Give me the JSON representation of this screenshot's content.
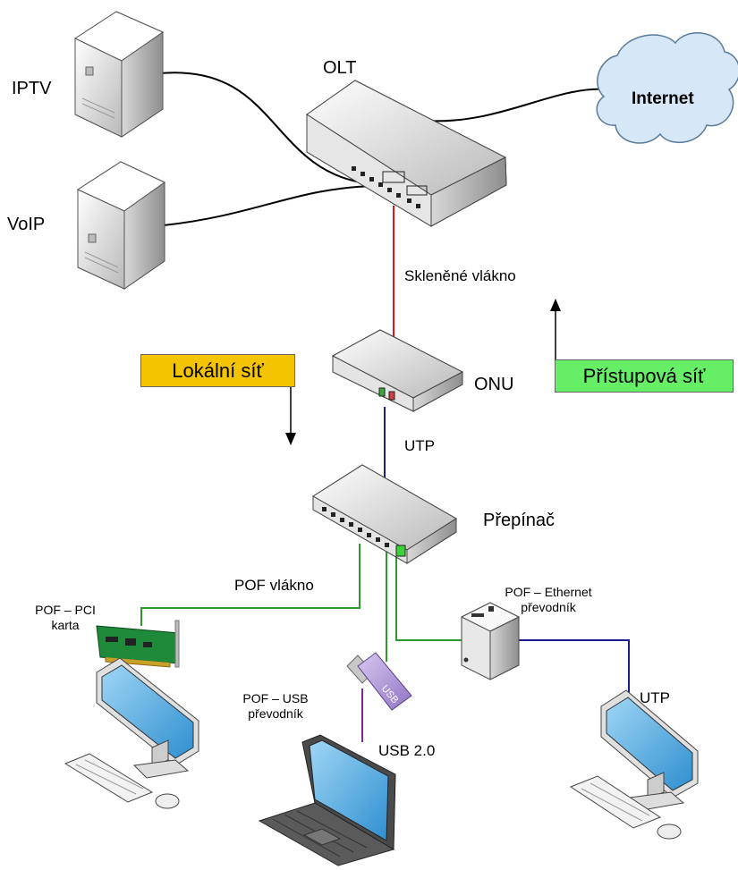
{
  "servers": {
    "iptv": "IPTV",
    "voip": "VoIP"
  },
  "olt": "OLT",
  "internet": "Internet",
  "links": {
    "fiber": "Skleněné vlákno",
    "utp_top": "UTP",
    "pof": "POF vlákno",
    "usb": "USB 2.0",
    "utp_right": "UTP"
  },
  "onu": "ONU",
  "switch": "Přepínač",
  "zones": {
    "local": "Lokální síť",
    "access": "Přístupová síť"
  },
  "converters": {
    "pci_line1": "POF – PCI",
    "pci_line2": "karta",
    "usb_line1": "POF – USB",
    "usb_line2": "převodník",
    "eth_line1": "POF – Ethernet",
    "eth_line2": "převodník"
  },
  "colors": {
    "fiber": "#e0141e",
    "utp": "#1c1c8c",
    "pof": "#2e9a2e",
    "usb": "#7a2a8a",
    "local_zone": "#f5c400",
    "access_zone": "#66ee66",
    "cloud": "#d6e8f7"
  }
}
